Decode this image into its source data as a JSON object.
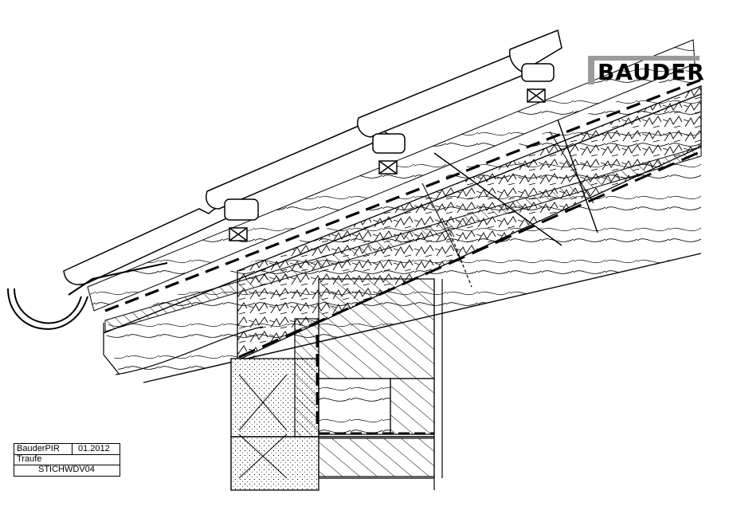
{
  "logo": {
    "text": "BAUDER"
  },
  "title_block": {
    "product": "BauderPIR",
    "date": "01.2012",
    "location": "Traufe",
    "drawing_code": "STICHWDV04"
  }
}
